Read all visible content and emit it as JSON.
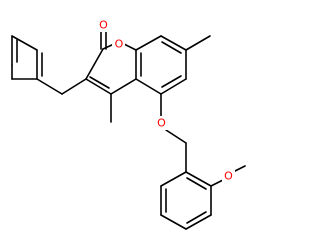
{
  "molecule": {
    "atom_labels": {
      "carbonyl_oxygen": "O",
      "ring_oxygen": "O",
      "ether_oxygen": "O",
      "methoxy_oxygen": "O"
    },
    "colors": {
      "bond": "#000000",
      "oxygen": "#ff0000",
      "background": "#ffffff"
    }
  }
}
